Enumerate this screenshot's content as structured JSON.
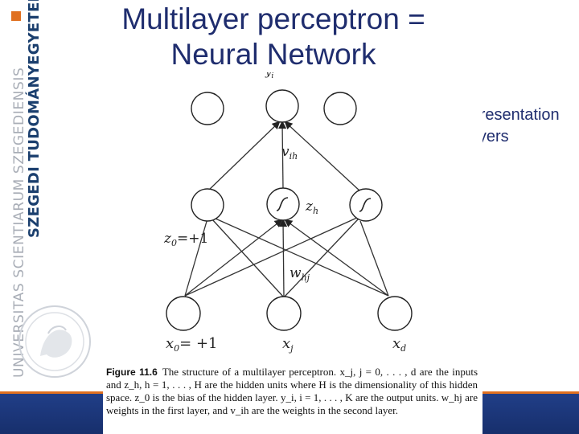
{
  "slide": {
    "title_line1": "Multilayer perceptron =",
    "title_line2": "Neural Network",
    "note": "Different representation at various layers"
  },
  "sidebar": {
    "university_name": "SZEGEDI TUDOMÁNYEGYETEM",
    "latin_name": "UNIVERSITAS SCIENTIARUM SZEGEDIENSIS"
  },
  "diagram": {
    "labels": {
      "y_i": "y",
      "y_i_sub": "i",
      "v_ih": "v",
      "v_ih_sub": "ih",
      "z_h": "z",
      "z_h_sub": "h",
      "z0": "z",
      "z0_sub": "0",
      "z0_eq": "=+1",
      "w_hj": "w",
      "w_hj_sub": "hj",
      "x0": "x",
      "x0_sub": "0",
      "x0_eq": "= +1",
      "x_j": "x",
      "x_j_sub": "j",
      "x_d": "x",
      "x_d_sub": "d"
    },
    "caption_label": "Figure 11.6",
    "caption_text": "The structure of a multilayer perceptron. x_j, j = 0, . . . , d are the inputs and z_h, h = 1, . . . , H are the hidden units where H is the dimensionality of this hidden space. z_0 is the bias of the hidden layer. y_i, i = 1, . . . , K are the output units. w_hj are weights in the first layer, and v_ih are the weights in the second layer."
  },
  "colors": {
    "title": "#1f2d6e",
    "footer": "#213f89",
    "accent": "#e07020",
    "university_text": "#1b3f6e"
  }
}
